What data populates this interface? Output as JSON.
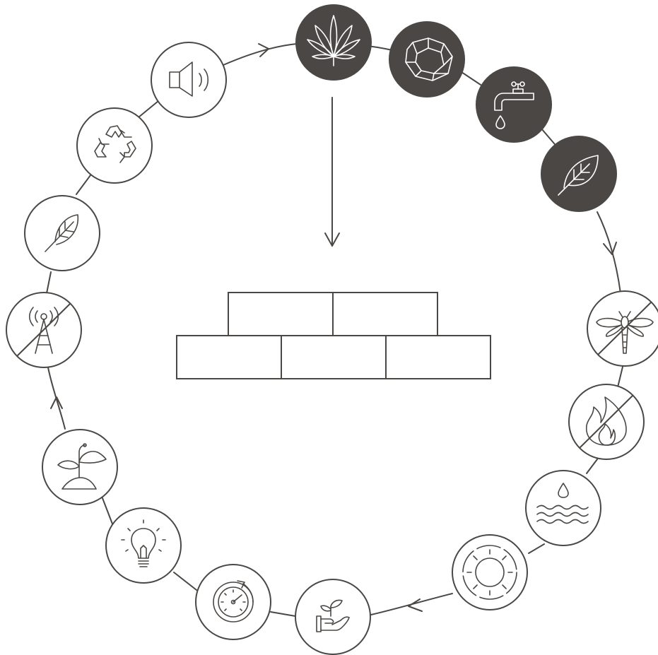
{
  "diagram": {
    "colors": {
      "stroke": "#4a4744",
      "dark_fill": "#4a4744",
      "light_fill": "#ffffff",
      "background": "#ffffff"
    },
    "center": {
      "icon": "brick-wall-icon"
    },
    "nodes": [
      {
        "id": "cannabis-leaf",
        "icon": "cannabis-leaf-icon",
        "style": "dark"
      },
      {
        "id": "stone",
        "icon": "stone-icon",
        "style": "dark"
      },
      {
        "id": "water-tap",
        "icon": "water-tap-icon",
        "style": "dark"
      },
      {
        "id": "leaf",
        "icon": "leaf-icon",
        "style": "dark"
      },
      {
        "id": "no-insects",
        "icon": "no-insects-icon",
        "style": "light"
      },
      {
        "id": "no-fire",
        "icon": "no-fire-icon",
        "style": "light"
      },
      {
        "id": "humidity",
        "icon": "water-drop-waves-icon",
        "style": "light"
      },
      {
        "id": "thermal",
        "icon": "sun-ring-icon",
        "style": "light"
      },
      {
        "id": "hand-plant",
        "icon": "hand-plant-icon",
        "style": "light"
      },
      {
        "id": "speed",
        "icon": "speedometer-icon",
        "style": "light"
      },
      {
        "id": "energy",
        "icon": "light-bulb-icon",
        "style": "light"
      },
      {
        "id": "sprout",
        "icon": "sprout-icon",
        "style": "light"
      },
      {
        "id": "no-radiation",
        "icon": "no-antenna-icon",
        "style": "light"
      },
      {
        "id": "lightweight",
        "icon": "feather-icon",
        "style": "light"
      },
      {
        "id": "recycle",
        "icon": "recycle-icon",
        "style": "light"
      },
      {
        "id": "acoustic",
        "icon": "speaker-icon",
        "style": "light"
      }
    ]
  }
}
